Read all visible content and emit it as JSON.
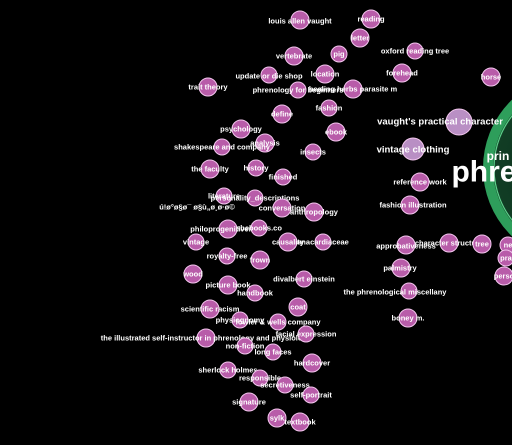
{
  "graph": {
    "background": "#000000",
    "node_color": "#b85ca9",
    "node_color_light": "#b98fc4",
    "node_outline": "#f3c6ee",
    "hub_ring_color": "#2e9e5b",
    "hub_ring_light": "#5cd08a",
    "hub_fill": "#0e3a22",
    "hub_labels": [
      "prin",
      "phre"
    ],
    "nodes": [
      {
        "id": "n1",
        "label": "louis allen vaught"
      },
      {
        "id": "n2",
        "label": "reading"
      },
      {
        "id": "n3",
        "label": "letter"
      },
      {
        "id": "n4",
        "label": "pig"
      },
      {
        "id": "n5",
        "label": "vertebrate"
      },
      {
        "id": "n6",
        "label": "oxford reading tree"
      },
      {
        "id": "n7",
        "label": "update or die shop"
      },
      {
        "id": "n8",
        "label": "location"
      },
      {
        "id": "n9",
        "label": "forehead"
      },
      {
        "id": "n10",
        "label": "horse"
      },
      {
        "id": "n11",
        "label": "trait theory"
      },
      {
        "id": "n12",
        "label": "phrenology for beginners"
      },
      {
        "id": "n13",
        "label": "healing herbs parasite m"
      },
      {
        "id": "n14",
        "label": "fashion"
      },
      {
        "id": "n15",
        "label": "define"
      },
      {
        "id": "n16",
        "label": "vaught's practical character"
      },
      {
        "id": "n17",
        "label": "psychology"
      },
      {
        "id": "n18",
        "label": "ebook"
      },
      {
        "id": "n19",
        "label": "analysis"
      },
      {
        "id": "n20",
        "label": "shakespeare and company"
      },
      {
        "id": "n21",
        "label": "insects"
      },
      {
        "id": "n22",
        "label": "vintage clothing"
      },
      {
        "id": "n23",
        "label": "the faculty"
      },
      {
        "id": "n24",
        "label": "history"
      },
      {
        "id": "n25",
        "label": "finished"
      },
      {
        "id": "n26",
        "label": "reference work"
      },
      {
        "id": "n27",
        "label": "literature"
      },
      {
        "id": "n28",
        "label": "personality_descriptions"
      },
      {
        "id": "n29",
        "label": "fashion illustration"
      },
      {
        "id": "n30",
        "label": "ú!ø°ø§ø¯ ø§ù„ø¸ø·ø©"
      },
      {
        "id": "n31",
        "label": "conversation"
      },
      {
        "id": "n32",
        "label": "anthropology"
      },
      {
        "id": "n33",
        "label": "philoprogenitiveness"
      },
      {
        "id": "n34",
        "label": "abebooks.co"
      },
      {
        "id": "n35",
        "label": "vintage"
      },
      {
        "id": "n36",
        "label": "causality"
      },
      {
        "id": "n37",
        "label": "anacardiaceae"
      },
      {
        "id": "n38",
        "label": "approbativeness"
      },
      {
        "id": "n39",
        "label": "character structure"
      },
      {
        "id": "n40",
        "label": "tree"
      },
      {
        "id": "n41",
        "label": "royalty-free"
      },
      {
        "id": "n42",
        "label": "frown"
      },
      {
        "id": "n43",
        "label": "palmistry"
      },
      {
        "id": "n44",
        "label": "wood"
      },
      {
        "id": "n45",
        "label": "divalbert einstein"
      },
      {
        "id": "n46",
        "label": "picture book"
      },
      {
        "id": "n47",
        "label": "handbook"
      },
      {
        "id": "n48",
        "label": "the phrenological miscellany"
      },
      {
        "id": "n49",
        "label": "coat"
      },
      {
        "id": "n50",
        "label": "scientific racism"
      },
      {
        "id": "n51",
        "label": "physiognomy"
      },
      {
        "id": "n52",
        "label": "fowler & wells company"
      },
      {
        "id": "n53",
        "label": "boney m."
      },
      {
        "id": "n54",
        "label": "the illustrated self-instructor in phrenology and physiology"
      },
      {
        "id": "n55",
        "label": "facial expression"
      },
      {
        "id": "n56",
        "label": "non-fiction"
      },
      {
        "id": "n57",
        "label": "long faces"
      },
      {
        "id": "n58",
        "label": "hardcover"
      },
      {
        "id": "n59",
        "label": "sherlock holmes"
      },
      {
        "id": "n60",
        "label": "responsible"
      },
      {
        "id": "n61",
        "label": "secretiveness"
      },
      {
        "id": "n62",
        "label": "self-portrait"
      },
      {
        "id": "n63",
        "label": "signature"
      },
      {
        "id": "n64",
        "label": "sylk"
      },
      {
        "id": "n65",
        "label": "textbook"
      },
      {
        "id": "n66",
        "label": "ne"
      },
      {
        "id": "n67",
        "label": "pra"
      },
      {
        "id": "n68",
        "label": "perso"
      }
    ]
  }
}
